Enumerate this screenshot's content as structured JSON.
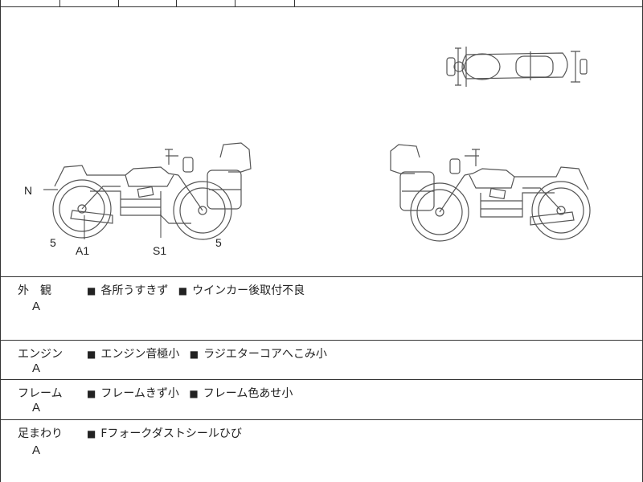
{
  "diagram": {
    "side_left_labels": {
      "n": "N",
      "a1": "A1",
      "s1": "S1",
      "rear_wheel": "5",
      "front_wheel": "5"
    }
  },
  "inspection": [
    {
      "category": "外　観",
      "grade": "A",
      "notes": [
        "各所うすきず",
        "ウインカー後取付不良"
      ]
    },
    {
      "category": "エンジン",
      "grade": "A",
      "notes": [
        "エンジン音極小",
        "ラジエターコアへこみ小"
      ]
    },
    {
      "category": "フレーム",
      "grade": "A",
      "notes": [
        "フレームきず小",
        "フレーム色あせ小"
      ]
    },
    {
      "category": "足まわり",
      "grade": "A",
      "notes": [
        "Fフォークダストシールひび"
      ]
    }
  ],
  "bullet": "■"
}
